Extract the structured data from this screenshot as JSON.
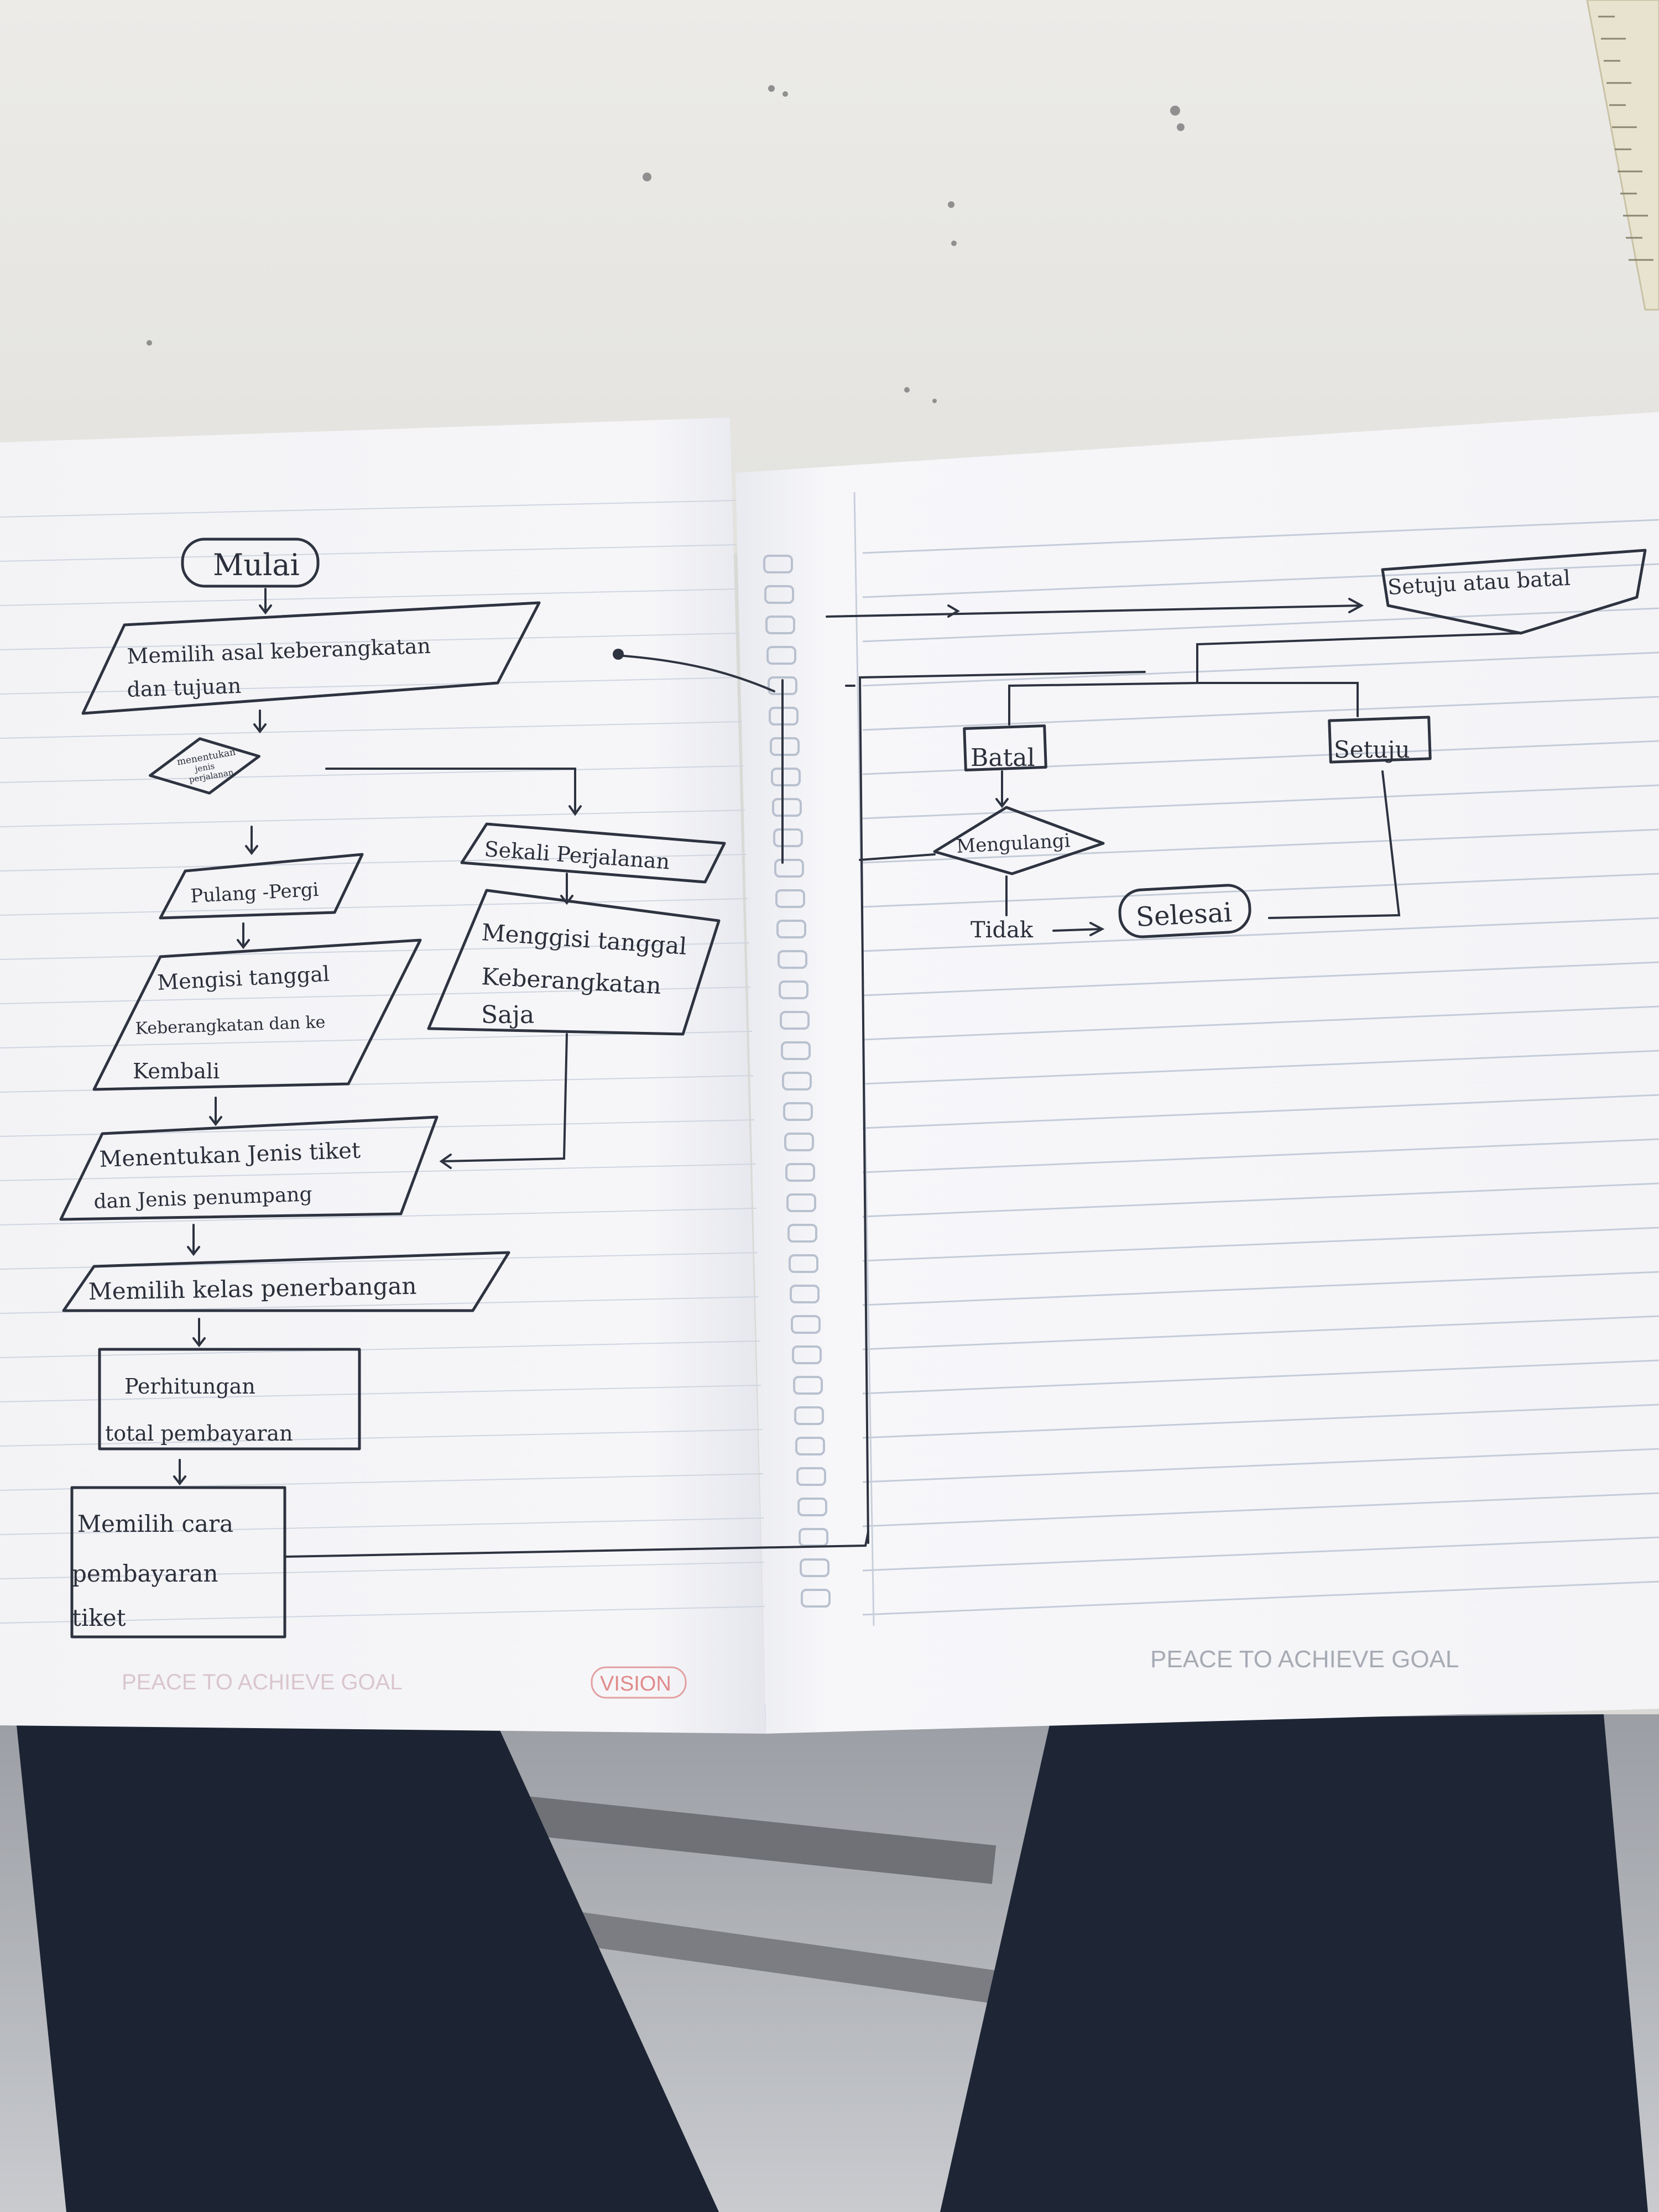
{
  "flowchart": {
    "left_page": {
      "start": "Mulai",
      "input_origin": [
        "Memilih asal keberangkatan",
        "dan tujuan"
      ],
      "decision_trip_type": [
        "menentukan",
        "jenis",
        "perjalanan"
      ],
      "option_round_trip": "Pulang -Pergi",
      "option_one_way": "Sekali Perjalanan",
      "input_dates_round_trip": [
        "Mengisi tanggal",
        "Keberangkatan dan ke",
        "Kembali"
      ],
      "input_date_one_way": [
        "Menggisi tanggal",
        "Keberangkatan",
        "Saja"
      ],
      "input_ticket_type": [
        "Menentukan Jenis tiket",
        "dan Jenis penumpang"
      ],
      "input_flight_class": "Memilih kelas penerbangan",
      "process_total": [
        "Perhitungan",
        "total pembayaran"
      ],
      "process_payment": [
        "Memilih cara",
        "pembayaran",
        "tiket"
      ]
    },
    "right_page": {
      "decision_confirm": "Setuju atau batal",
      "option_cancel": "Batal",
      "option_agree": "Setuju",
      "decision_repeat": "Mengulangi",
      "label_no": "Tidak",
      "end": "Selesai"
    }
  },
  "notebook": {
    "footer_left": "PEACE TO ACHIEVE GOAL",
    "footer_right": "PEACE TO ACHIEVE GOAL",
    "brand": "VISION"
  }
}
